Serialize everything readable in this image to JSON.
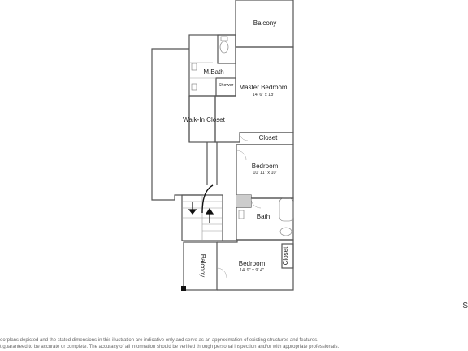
{
  "rooms": {
    "balcony_top": {
      "label": "Balcony"
    },
    "m_bath": {
      "label": "M.Bath"
    },
    "shower": {
      "label": "Shower"
    },
    "master_bedroom": {
      "label": "Master Bedroom",
      "dim": "14' 6\" x 18'"
    },
    "walk_in_closet": {
      "label": "Walk-In Closet"
    },
    "closet_mid": {
      "label": "Closet"
    },
    "bedroom_mid": {
      "label": "Bedroom",
      "dim": "10' 11\" x 10'"
    },
    "bath": {
      "label": "Bath"
    },
    "balcony_bottom": {
      "label": "Balcony"
    },
    "bedroom_bottom": {
      "label": "Bedroom",
      "dim": "14' 9\" x 9' 4\""
    },
    "closet_bottom": {
      "label": "Closet"
    }
  },
  "footer": {
    "line1": "oorplans depicted and the stated dimensions in this illustration are indicative only and serve as an approximation of existing structures and features.",
    "line2": "t guaranteed to be accurate or complete. The accuracy of all information should be verified through personal inspection and/or with appropriate professionals.",
    "corner": "S"
  },
  "colors": {
    "wall": "#555555",
    "wall_light": "#999999",
    "fill": "#ffffff",
    "accent": "#cccccc"
  }
}
